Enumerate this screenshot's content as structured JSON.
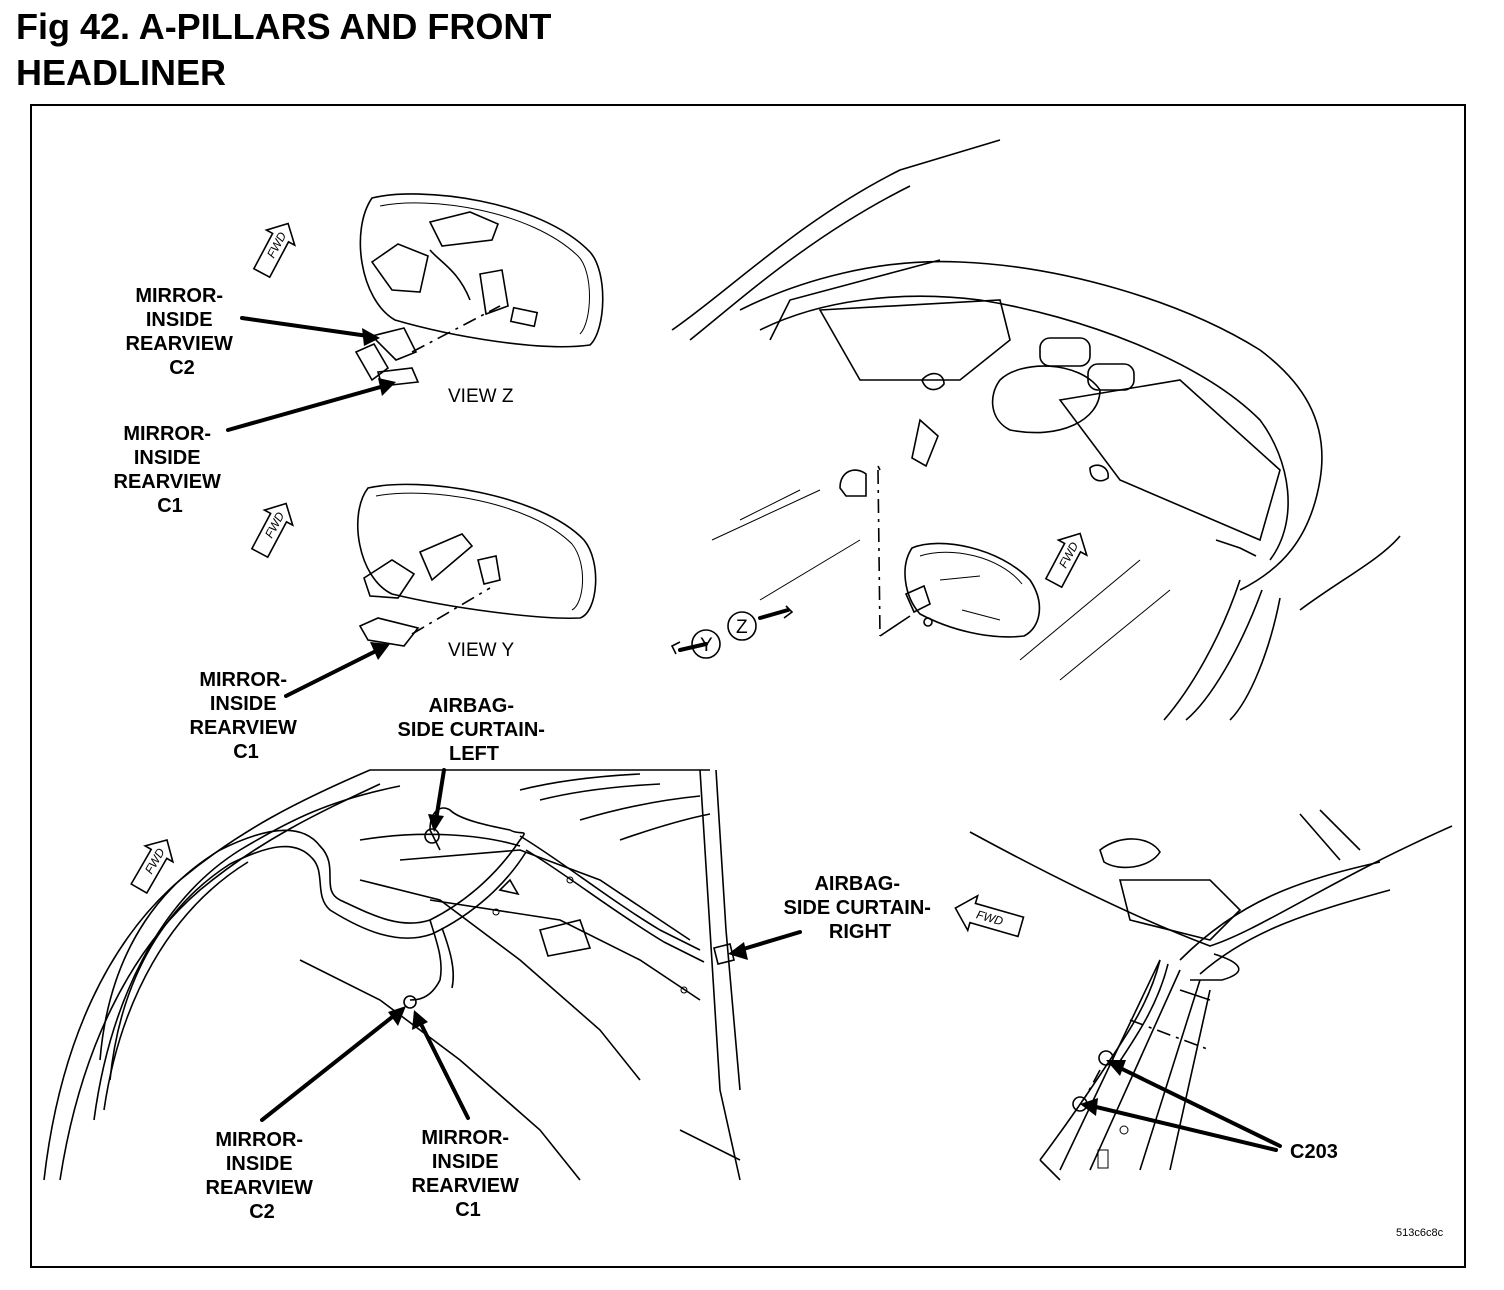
{
  "figure": {
    "title_line1": "Fig 42. A-PILLARS AND FRONT",
    "title_line2": "HEADLINER",
    "code": "513c6c8c"
  },
  "labels": {
    "mirror_c2_top": [
      "MIRROR-",
      "INSIDE",
      "REARVIEW",
      "C2"
    ],
    "mirror_c1_top": [
      "MIRROR-",
      "INSIDE",
      "REARVIEW",
      "C1"
    ],
    "mirror_c1_mid": [
      "MIRROR-",
      "INSIDE",
      "REARVIEW",
      "C1"
    ],
    "airbag_left": [
      "AIRBAG-",
      "SIDE CURTAIN-",
      "LEFT"
    ],
    "airbag_right": [
      "AIRBAG-",
      "SIDE CURTAIN-",
      "RIGHT"
    ],
    "mirror_c2_bottom": [
      "MIRROR-",
      "INSIDE",
      "REARVIEW",
      "C2"
    ],
    "mirror_c1_bottom": [
      "MIRROR-",
      "INSIDE",
      "REARVIEW",
      "C1"
    ],
    "c203": "C203",
    "view_z": "VIEW Z",
    "view_y": "VIEW Y",
    "callout_y": "Y",
    "callout_z": "Z",
    "fwd": "FWD"
  }
}
